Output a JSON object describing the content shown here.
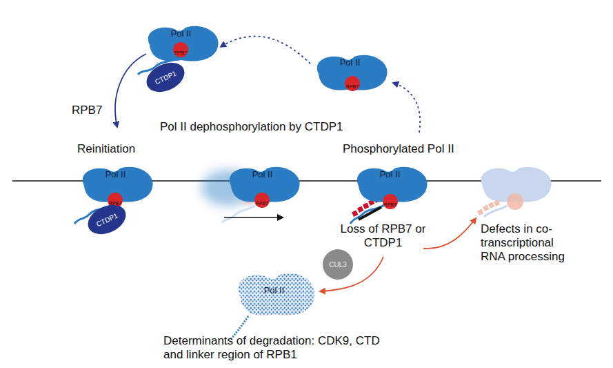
{
  "diagram": {
    "nodes": [
      {
        "text": [
          "Pol II"
        ]
      },
      {
        "text": [
          "RPB7"
        ],
        "in": 0
      },
      {
        "text": [
          "CTDP1"
        ]
      },
      {
        "text": [
          "Pol II"
        ]
      },
      {
        "text": [
          "RPB7"
        ],
        "in": 3
      },
      {
        "text": [
          "Pol II"
        ]
      },
      {
        "text": [
          "RPB7"
        ],
        "in": 5
      },
      {
        "text": [
          "CTDP1"
        ]
      },
      {
        "text": [
          "Pol II"
        ]
      },
      {
        "text": [
          "RPB7"
        ],
        "in": 8
      },
      {
        "text": [
          "Pol II"
        ]
      },
      {
        "text": [
          "RPB7"
        ],
        "in": 10
      },
      {
        "text": [
          "CUL3"
        ]
      },
      {
        "text": [
          "Pol II"
        ]
      }
    ],
    "edges": [
      {
        "from": 3,
        "to": 0,
        "arrow": "to"
      }
    ],
    "labels": [
      "Pol II dephosphorylation by CTDP1",
      "RPB7",
      "Reinitiation",
      "Phosphorylated Pol II",
      "Loss of RPB7 or CTDP1",
      "Defects in co-transcriptional RNA processing",
      "Determinants of degradation: CDK9, CTD and linker region of RPB1"
    ]
  }
}
